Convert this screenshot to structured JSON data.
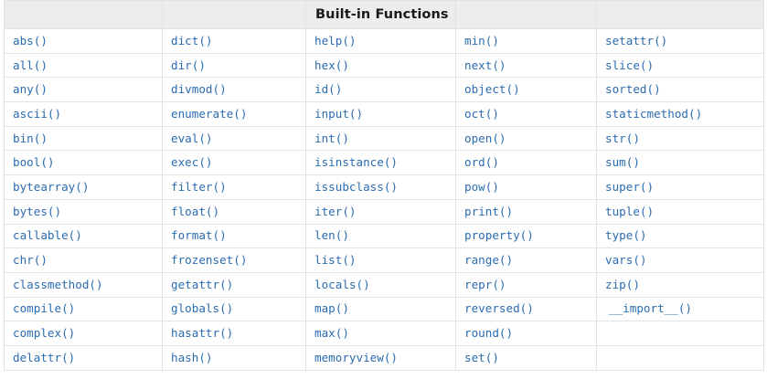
{
  "table": {
    "header": {
      "title": "Built-in Functions",
      "title_column_index": 2,
      "empty_header_cells": 4,
      "columns": 5
    },
    "columns": [
      {
        "index": 0,
        "name": "column-1",
        "items": [
          "abs()",
          "all()",
          "any()",
          "ascii()",
          "bin()",
          "bool()",
          "bytearray()",
          "bytes()",
          "callable()",
          "chr()",
          "classmethod()",
          "compile()",
          "complex()",
          "delattr()"
        ]
      },
      {
        "index": 1,
        "name": "column-2",
        "items": [
          "dict()",
          "dir()",
          "divmod()",
          "enumerate()",
          "eval()",
          "exec()",
          "filter()",
          "float()",
          "format()",
          "frozenset()",
          "getattr()",
          "globals()",
          "hasattr()",
          "hash()"
        ]
      },
      {
        "index": 2,
        "name": "column-3",
        "items": [
          "help()",
          "hex()",
          "id()",
          "input()",
          "int()",
          "isinstance()",
          "issubclass()",
          "iter()",
          "len()",
          "list()",
          "locals()",
          "map()",
          "max()",
          "memoryview()"
        ]
      },
      {
        "index": 3,
        "name": "column-4",
        "items": [
          "min()",
          "next()",
          "object()",
          "oct()",
          "open()",
          "ord()",
          "pow()",
          "print()",
          "property()",
          "range()",
          "repr()",
          "reversed()",
          "round()",
          "set()"
        ]
      },
      {
        "index": 4,
        "name": "column-5",
        "items": [
          "setattr()",
          "slice()",
          "sorted()",
          "staticmethod()",
          "str()",
          "sum()",
          "super()",
          "tuple()",
          "type()",
          "vars()",
          "zip()",
          "__import__()",
          "",
          ""
        ]
      }
    ],
    "rows": [
      [
        "abs()",
        "dict()",
        "help()",
        "min()",
        "setattr()"
      ],
      [
        "all()",
        "dir()",
        "hex()",
        "next()",
        "slice()"
      ],
      [
        "any()",
        "divmod()",
        "id()",
        "object()",
        "sorted()"
      ],
      [
        "ascii()",
        "enumerate()",
        "input()",
        "oct()",
        "staticmethod()"
      ],
      [
        "bin()",
        "eval()",
        "int()",
        "open()",
        "str()"
      ],
      [
        "bool()",
        "exec()",
        "isinstance()",
        "ord()",
        "sum()"
      ],
      [
        "bytearray()",
        "filter()",
        "issubclass()",
        "pow()",
        "super()"
      ],
      [
        "bytes()",
        "float()",
        "iter()",
        "print()",
        "tuple()"
      ],
      [
        "callable()",
        "format()",
        "len()",
        "property()",
        "type()"
      ],
      [
        "chr()",
        "frozenset()",
        "list()",
        "range()",
        "vars()"
      ],
      [
        "classmethod()",
        "getattr()",
        "locals()",
        "repr()",
        "zip()"
      ],
      [
        "compile()",
        "globals()",
        "map()",
        "reversed()",
        "__import__()"
      ],
      [
        "complex()",
        "hasattr()",
        "max()",
        "round()",
        ""
      ],
      [
        "delattr()",
        "hash()",
        "memoryview()",
        "set()",
        ""
      ]
    ],
    "row_count": 14,
    "column_count": 5
  },
  "colors": {
    "link": "#2b6cb0",
    "header_background": "#ededed",
    "header_text": "#1a1a1a",
    "border": "#e1e4e5",
    "page_background": "#ffffff"
  }
}
